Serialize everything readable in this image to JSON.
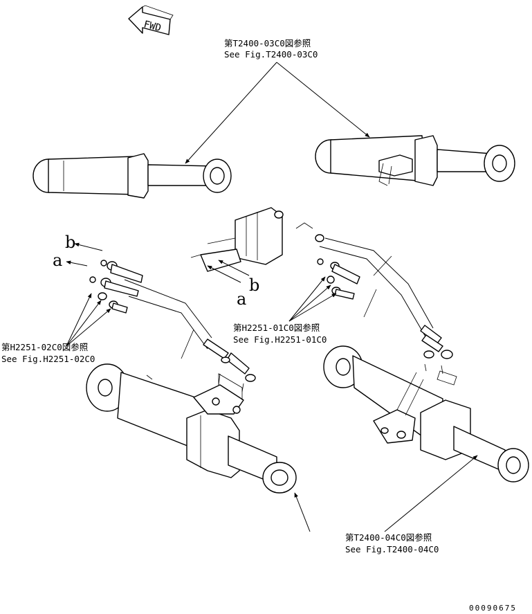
{
  "fwd_label": "FWD",
  "ref_t2400_03c0": {
    "line1": "第T2400-03C0図参照",
    "line2": "See Fig.T2400-03C0"
  },
  "ref_h2251_01c0": {
    "line1": "第H2251-01C0図参照",
    "line2": "See Fig.H2251-01C0"
  },
  "ref_h2251_02c0": {
    "line1": "第H2251-02C0図参照",
    "line2": "See Fig.H2251-02C0"
  },
  "ref_t2400_04c0": {
    "line1": "第T2400-04C0図参照",
    "line2": "See Fig.T2400-04C0"
  },
  "callouts": {
    "a": "a",
    "b": "b"
  },
  "part_number": "00090675"
}
